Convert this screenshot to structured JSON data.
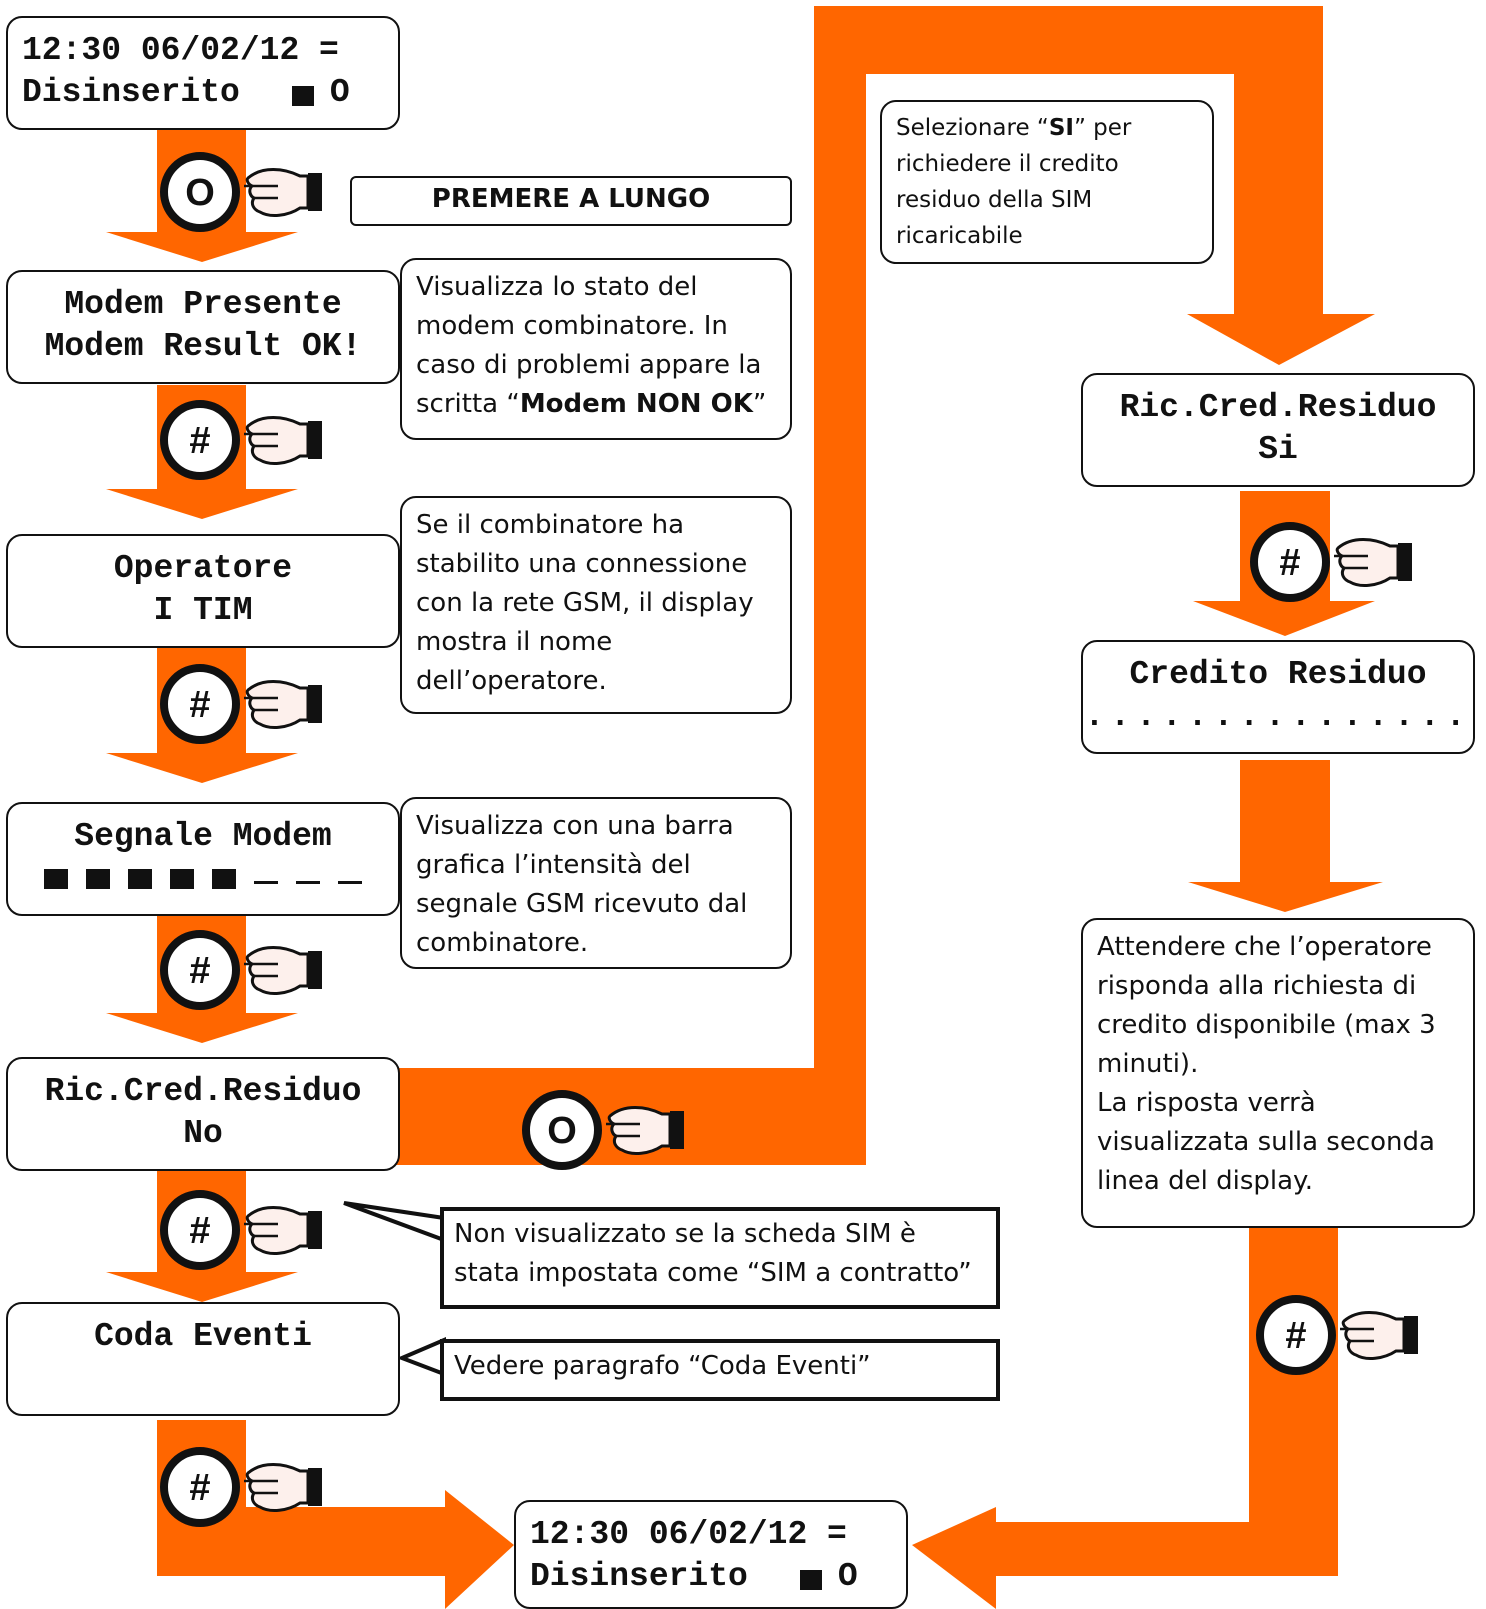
{
  "colors": {
    "arrow": "#FF6600",
    "border": "#111111",
    "hand_fill": "#FDF0EC"
  },
  "icons": {
    "hand": "pointing-hand-icon"
  },
  "start_display": {
    "line1": "12:30 06/02/12 =",
    "line2": "Disinserito",
    "indicator": "O"
  },
  "long_press_label": "PREMERE A LUNGO",
  "keys": {
    "o": "O",
    "hash": "#"
  },
  "modem_display": {
    "line1": "Modem Presente",
    "line2": "Modem Result OK!"
  },
  "modem_note": {
    "text": "Visualizza lo stato del modem combinatore. In caso di problemi appare la scritta “",
    "bold": "Modem NON OK",
    "end": "”"
  },
  "operator_display": {
    "line1": "Operatore",
    "line2": "I TIM"
  },
  "operator_note": "Se il combinatore ha stabilito una connessione con la rete GSM, il display mostra il nome dell’operatore.",
  "signal_display": {
    "line1": "Segnale Modem",
    "bars_filled": 5,
    "bars_total": 8
  },
  "signal_note": "Visualizza con una barra grafica l’intensità del segnale GSM ricevuto dal combinatore.",
  "ric_no_display": {
    "line1": "Ric.Cred.Residuo",
    "line2": "No"
  },
  "sim_note": {
    "pre": "Selezionare “",
    "bold": "SI",
    "post": "” per richiedere il credito residuo della SIM ricaricabile"
  },
  "ric_si_display": {
    "line1": "Ric.Cred.Residuo",
    "line2": "Si"
  },
  "credito_display": {
    "line1": "Credito Residuo",
    "line2": "..............."
  },
  "wait_note": "Attendere che l’operatore risponda alla richiesta di credito disponibile (max 3 minuti).\nLa risposta verrà visualizzata sulla seconda linea del display.",
  "contract_callout": "Non visualizzato se la scheda SIM è stata impostata come “SIM a contratto”",
  "coda_display": {
    "line1": "Coda Eventi"
  },
  "coda_callout": "Vedere paragrafo “Coda Eventi”",
  "end_display": {
    "line1": "12:30 06/02/12 =",
    "line2": "Disinserito",
    "indicator": "O"
  }
}
